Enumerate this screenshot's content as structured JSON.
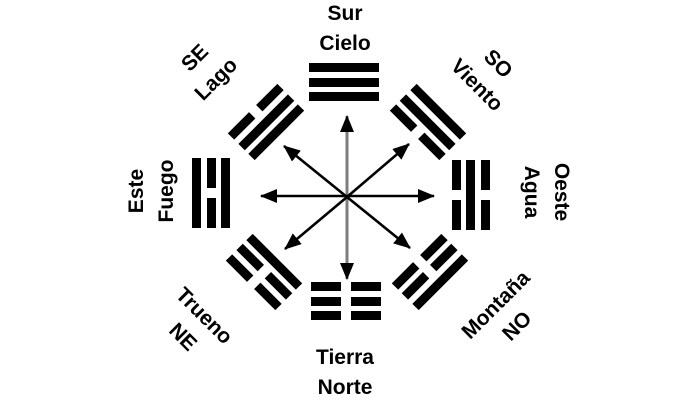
{
  "colors": {
    "background": "#ffffff",
    "ink": "#000000",
    "vertical_arrow_shaft": "#7d7d7d"
  },
  "stations": [
    {
      "position": "top",
      "label_lines": [
        "Sur",
        "Cielo"
      ],
      "trigram": {
        "symbol": "☰",
        "name": "Cielo",
        "rows_top_to_bottom": [
          "solid",
          "solid",
          "solid"
        ]
      }
    },
    {
      "position": "top-right",
      "label_lines": [
        "SO",
        "Viento"
      ],
      "trigram": {
        "symbol": "☴",
        "name": "Viento",
        "rows_top_to_bottom": [
          "solid",
          "solid",
          "broken"
        ]
      }
    },
    {
      "position": "right",
      "label_lines": [
        "Oeste",
        "Agua"
      ],
      "trigram": {
        "symbol": "☵",
        "name": "Agua",
        "rows_top_to_bottom": [
          "broken",
          "solid",
          "broken"
        ]
      }
    },
    {
      "position": "bottom-right",
      "label_lines": [
        "Montaña",
        "NO"
      ],
      "trigram": {
        "symbol": "☶",
        "name": "Montaña",
        "rows_top_to_bottom": [
          "solid",
          "broken",
          "broken"
        ]
      }
    },
    {
      "position": "bottom",
      "label_lines": [
        "Tierra",
        "Norte"
      ],
      "trigram": {
        "symbol": "☷",
        "name": "Tierra",
        "rows_top_to_bottom": [
          "broken",
          "broken",
          "broken"
        ]
      }
    },
    {
      "position": "bottom-left",
      "label_lines": [
        "Trueno",
        "NE"
      ],
      "trigram": {
        "symbol": "☳",
        "name": "Trueno",
        "rows_top_to_bottom": [
          "broken",
          "broken",
          "solid"
        ]
      }
    },
    {
      "position": "left",
      "label_lines": [
        "Este",
        "Fuego"
      ],
      "trigram": {
        "symbol": "☲",
        "name": "Fuego",
        "rows_top_to_bottom": [
          "solid",
          "broken",
          "solid"
        ]
      }
    },
    {
      "position": "top-left",
      "label_lines": [
        "SE",
        "Lago"
      ],
      "trigram": {
        "symbol": "☱",
        "name": "Lago",
        "rows_top_to_bottom": [
          "broken",
          "solid",
          "solid"
        ]
      }
    }
  ],
  "arrows": {
    "style": "eight double-headed arrows radiating from center",
    "directions": [
      "N",
      "NE",
      "E",
      "SE",
      "S",
      "SW",
      "W",
      "NW"
    ]
  }
}
